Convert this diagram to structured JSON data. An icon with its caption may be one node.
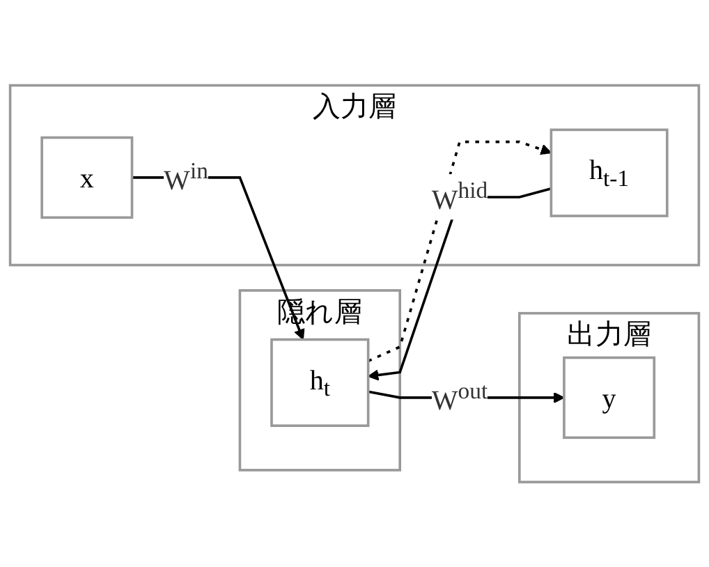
{
  "diagram": {
    "nodes": [
      {
        "text": [
          "入力層"
        ]
      },
      {
        "text": [
          "x"
        ],
        "in": 0
      },
      {
        "text": [
          "h$_{t-1}$"
        ],
        "in": 0
      },
      {
        "text": [
          "隠れ層"
        ]
      },
      {
        "text": [
          "h$_{t}$"
        ],
        "in": 3
      },
      {
        "text": [
          "出力層"
        ]
      },
      {
        "text": [
          "y"
        ],
        "in": 5
      }
    ],
    "edges": [
      {
        "from": 1,
        "to": 4,
        "arrow": "to",
        "label": "W$^{in}$"
      },
      {
        "from": 4,
        "to": 6,
        "arrow": "to",
        "label": "W$^{out}$"
      },
      {
        "from": 2,
        "to": 4,
        "arrow": "to",
        "label": "W$^{hid}$"
      },
      {
        "from": 4,
        "to": 2,
        "arrow": "to",
        "style": "dashed"
      }
    ]
  }
}
